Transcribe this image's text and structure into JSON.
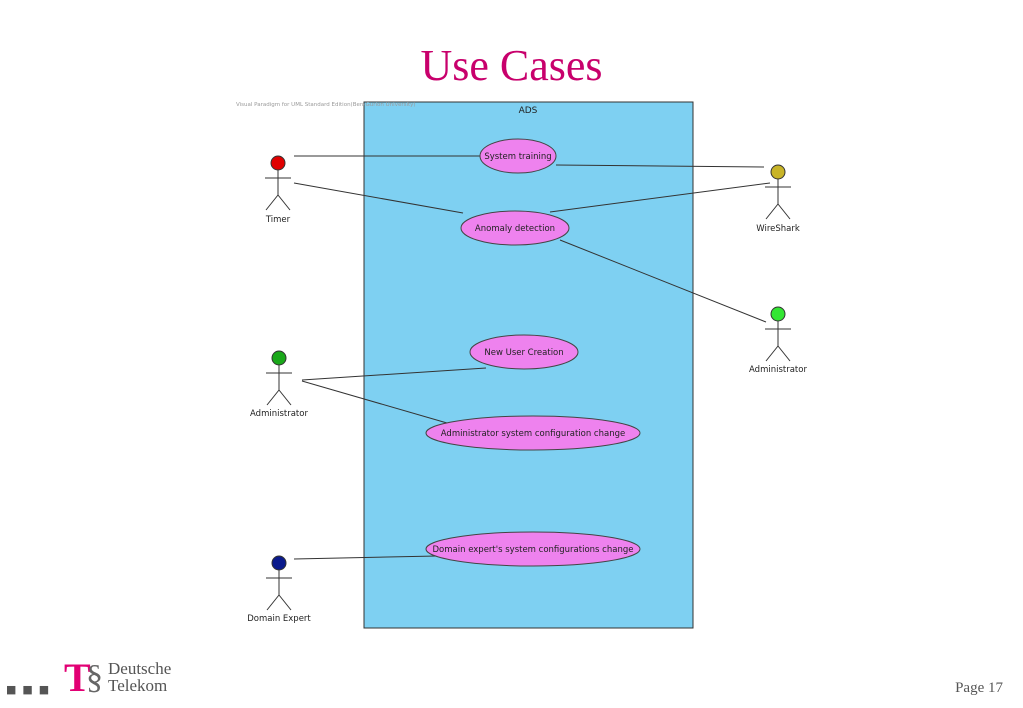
{
  "slide": {
    "title": "Use Cases",
    "watermark": "Visual Paradigm for UML Standard Edition(Ben-Gurion University)",
    "page_label": "Page 17",
    "logo_line1": "Deutsche",
    "logo_line2": "Telekom"
  },
  "colors": {
    "title": "#c8006c",
    "system_fill": "#7ed0f2",
    "usecase_fill": "#ee82ee",
    "brand": "#e20074"
  },
  "diagram": {
    "system_name": "ADS",
    "actors": [
      {
        "id": "timer",
        "label": "Timer",
        "head_color": "#e00000"
      },
      {
        "id": "wireshark",
        "label": "WireShark",
        "head_color": "#c8b428"
      },
      {
        "id": "admin_right",
        "label": "Administrator",
        "head_color": "#33e633"
      },
      {
        "id": "admin_left",
        "label": "Administrator",
        "head_color": "#1aa81a"
      },
      {
        "id": "domain_expert",
        "label": "Domain Expert",
        "head_color": "#0a1a8c"
      }
    ],
    "use_cases": [
      {
        "id": "uc_training",
        "label": "System training"
      },
      {
        "id": "uc_anomaly",
        "label": "Anomaly detection"
      },
      {
        "id": "uc_newuser",
        "label": "New User Creation"
      },
      {
        "id": "uc_admin_cfg",
        "label": "Administrator system configuration change"
      },
      {
        "id": "uc_domain_cfg",
        "label": "Domain expert's system configurations change"
      }
    ],
    "associations": [
      {
        "from": "timer",
        "to": "uc_training"
      },
      {
        "from": "timer",
        "to": "uc_anomaly"
      },
      {
        "from": "wireshark",
        "to": "uc_training"
      },
      {
        "from": "wireshark",
        "to": "uc_anomaly"
      },
      {
        "from": "admin_right",
        "to": "uc_anomaly"
      },
      {
        "from": "admin_left",
        "to": "uc_newuser"
      },
      {
        "from": "admin_left",
        "to": "uc_admin_cfg"
      },
      {
        "from": "domain_expert",
        "to": "uc_domain_cfg"
      }
    ]
  }
}
